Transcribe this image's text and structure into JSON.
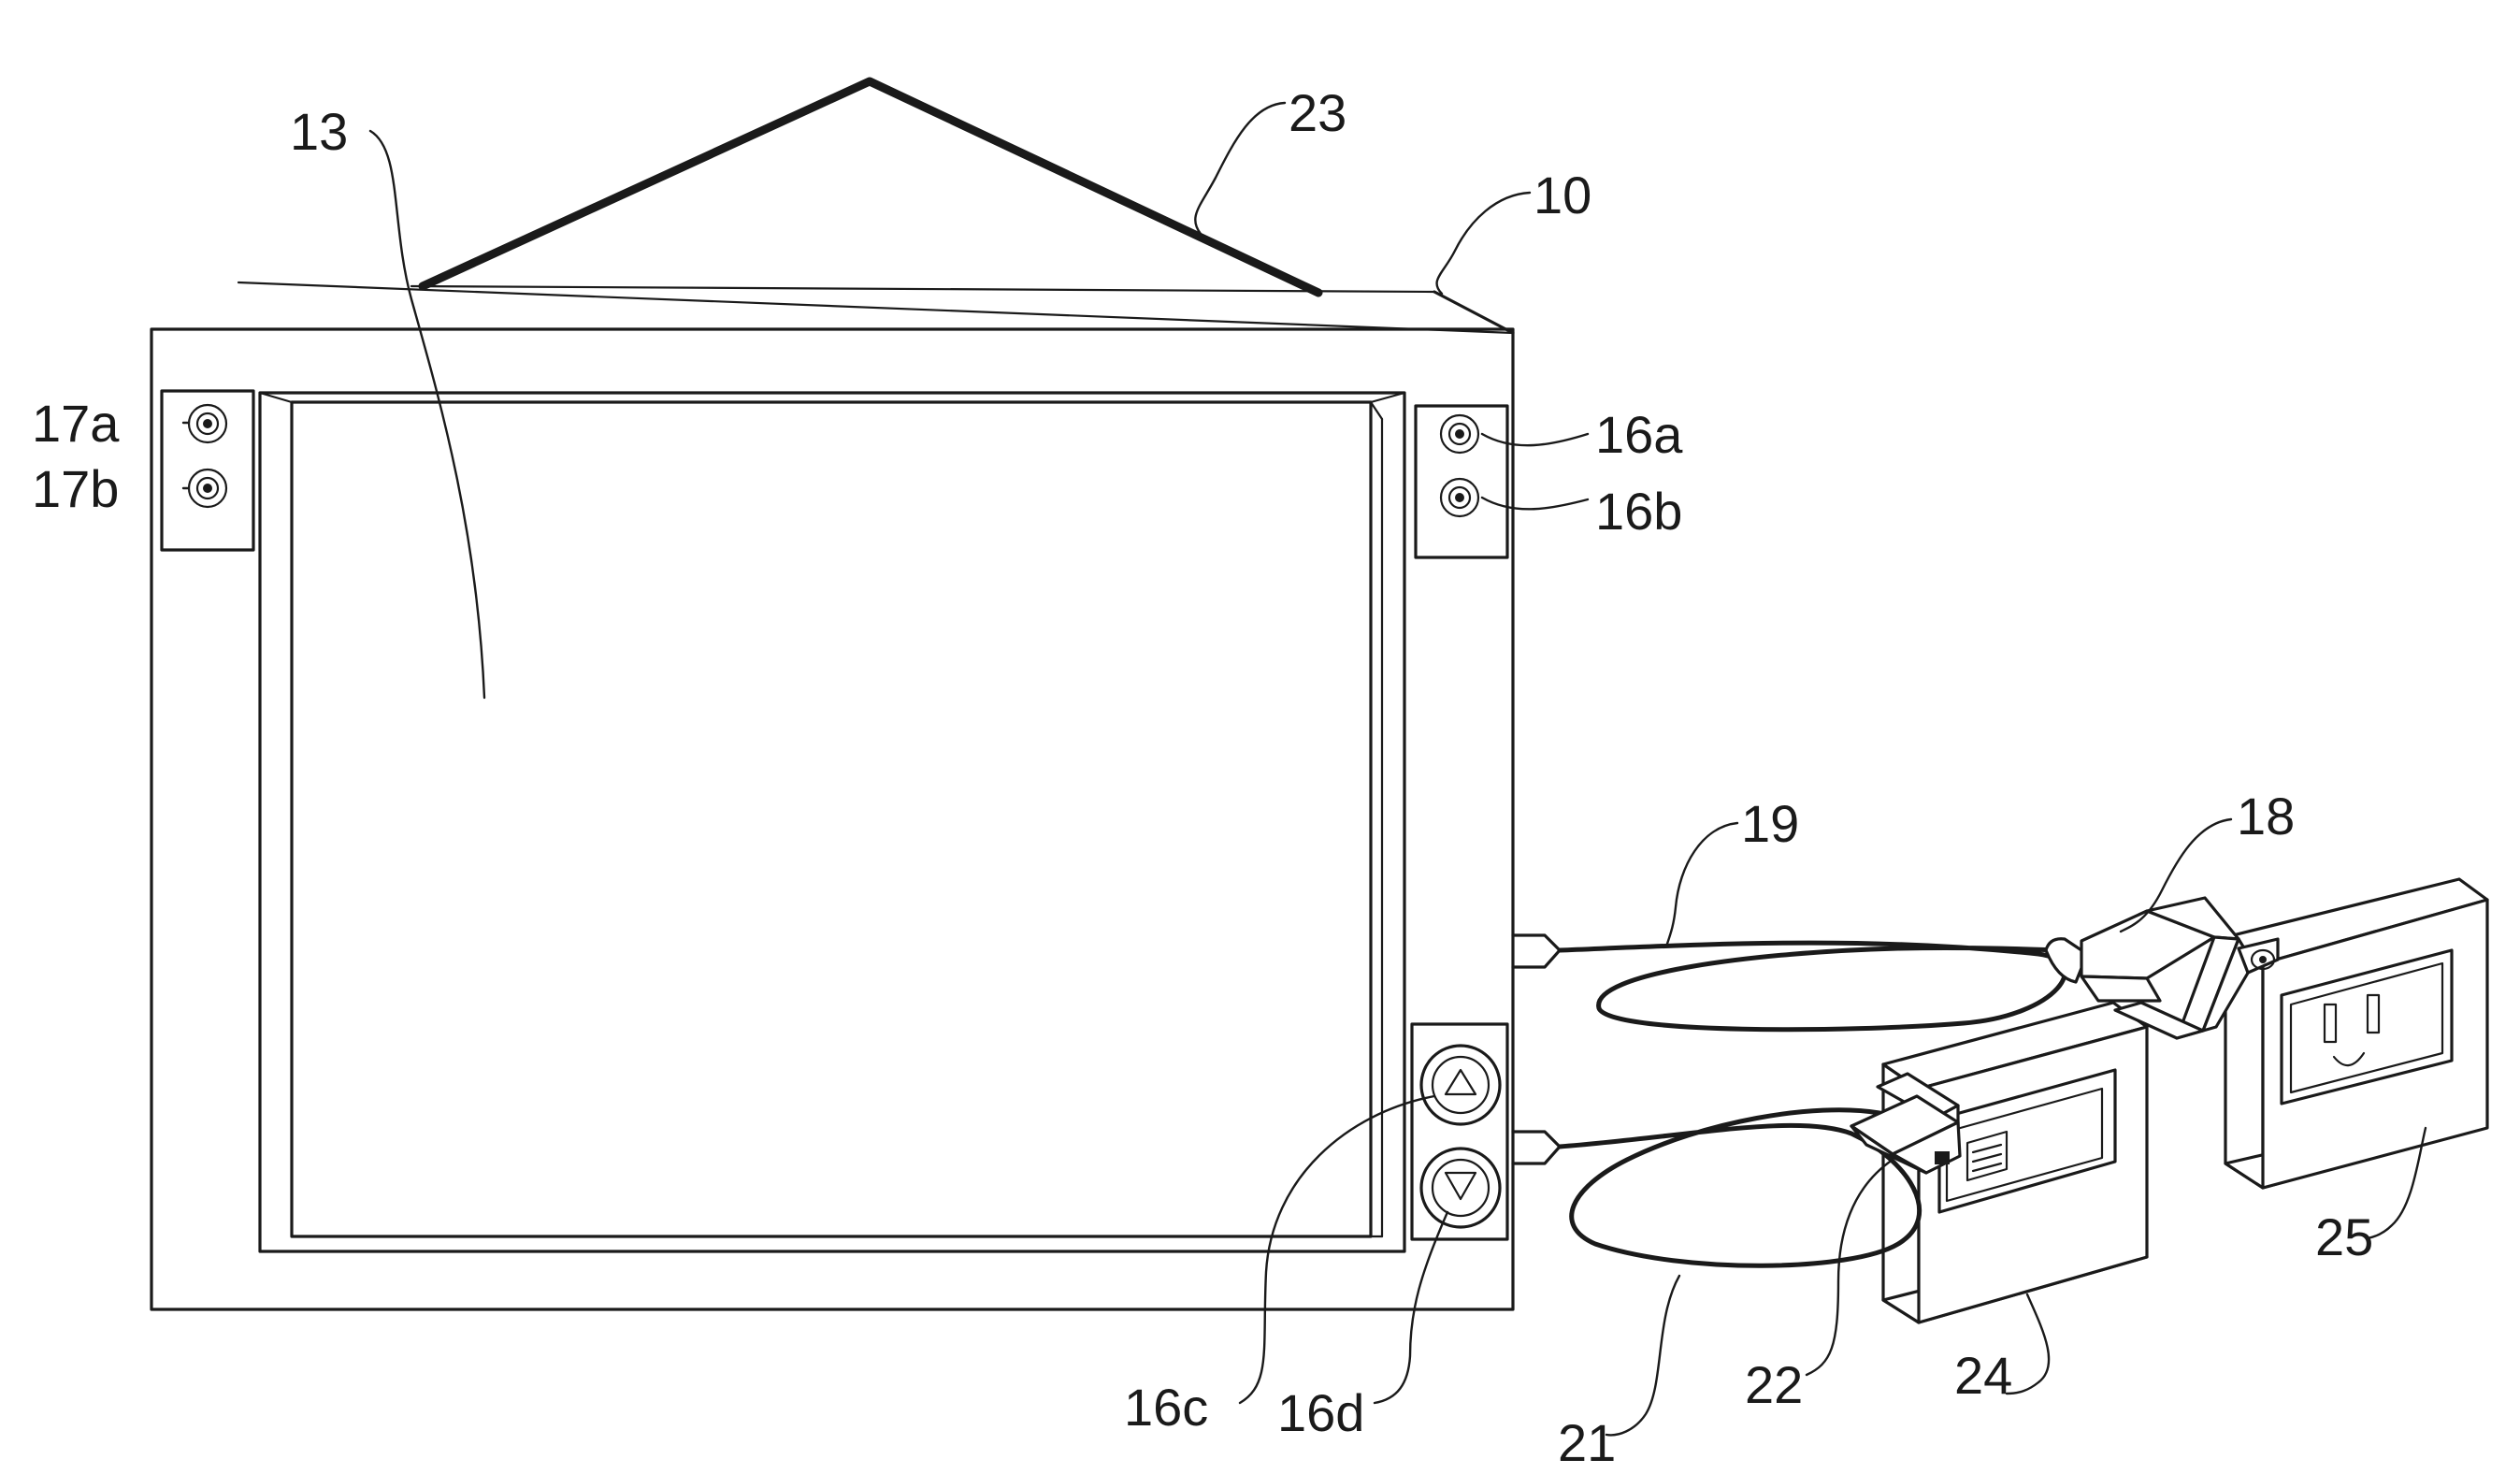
{
  "figure": {
    "ink_color": "#1a1a1a",
    "background_color": "#ffffff",
    "labels": {
      "frame": "10",
      "screen": "13",
      "button_16a": "16a",
      "button_16b": "16b",
      "button_16c": "16c",
      "button_16d": "16d",
      "button_17a": "17a",
      "button_17b": "17b",
      "power_plug": "18",
      "power_cord": "19",
      "data_cable": "21",
      "data_connector": "22",
      "hanger": "23",
      "data_wall_plate": "24",
      "power_wall_outlet": "25"
    }
  }
}
